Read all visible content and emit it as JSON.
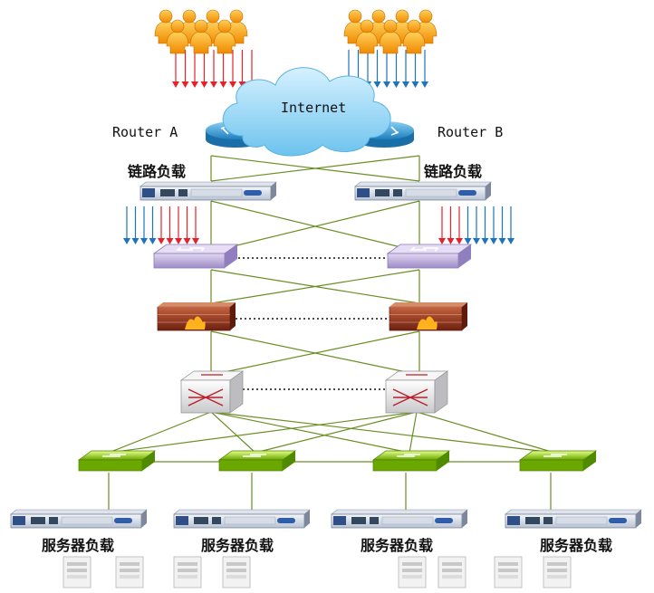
{
  "cloud_label": "Internet",
  "router_a_label": "Router A",
  "router_b_label": "Router B",
  "link_lb_left": "链路负载",
  "link_lb_right": "链路负载",
  "server_lb_labels": [
    "服务器负载",
    "服务器负载",
    "服务器负载",
    "服务器负载"
  ],
  "colors": {
    "link": "#6b8e23",
    "user_body": "#f5a623",
    "arrow_red": "#e8202a",
    "arrow_blue": "#1e73be",
    "cloud": "#8fd3f4",
    "router": "#3aa0d8",
    "switch": "#b7a8d6",
    "firewall": "#9b3a22",
    "core_switch": "#e9e9ea",
    "access_switch": "#8fd400",
    "appliance": "#3d5a8a"
  },
  "icons": [
    "user-group-icon",
    "cloud-icon",
    "router-icon",
    "load-balancer-icon",
    "switch-icon",
    "firewall-icon",
    "core-switch-icon",
    "access-switch-icon",
    "server-icon"
  ]
}
